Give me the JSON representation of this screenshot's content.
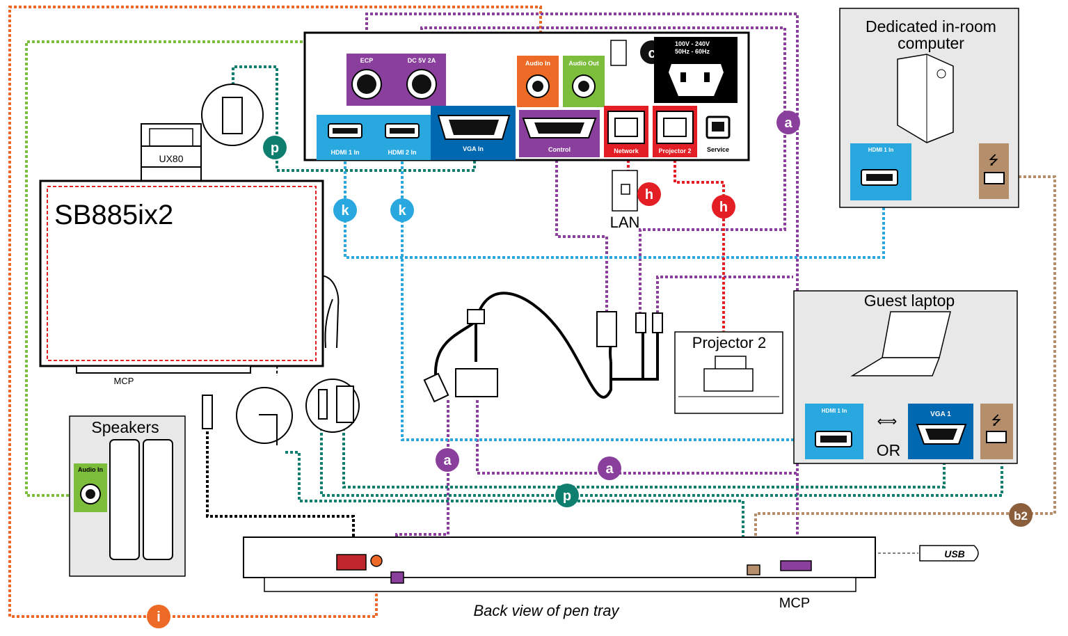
{
  "display": {
    "model": "SB885ix2",
    "projector_module": "UX80",
    "mcp_label": "MCP"
  },
  "ports": {
    "ecp": "ECP",
    "dc": "DC 5V 2A",
    "audio_in": "Audio In",
    "audio_out": "Audio Out",
    "power_line1": "100V - 240V",
    "power_line2": "50Hz - 60Hz",
    "hdmi1": "HDMI 1 In",
    "hdmi2": "HDMI 2 In",
    "vga": "VGA In",
    "control": "Control",
    "network": "Network",
    "projector2": "Projector 2",
    "service": "Service"
  },
  "lan_label": "LAN",
  "computer": {
    "title_line1": "Dedicated in-room",
    "title_line2": "computer",
    "hdmi_label": "HDMI 1 In"
  },
  "laptop": {
    "title": "Guest laptop",
    "hdmi_label": "HDMI 1 In",
    "vga_label": "VGA 1",
    "or_label": "OR"
  },
  "projector2_box": {
    "title": "Projector 2"
  },
  "speakers": {
    "title": "Speakers",
    "audio_in": "Audio In"
  },
  "pen_tray": {
    "caption": "Back view of pen tray",
    "mcp_label": "MCP",
    "usb_text": "USB"
  },
  "cable_labels": {
    "a": "a",
    "b2": "b2",
    "c": "c",
    "h": "h",
    "i": "i",
    "k": "k",
    "p": "p"
  },
  "colors": {
    "purple": "#8a3f9c",
    "orange": "#ed6a26",
    "green": "#7cbd3b",
    "teal": "#0e7f6f",
    "cyan": "#29a8e0",
    "red": "#e31e24",
    "tan": "#b58f6c",
    "black": "#000000",
    "vga_blue": "#0067b1"
  },
  "icons": [
    "power-outlet-icon",
    "usb-icon",
    "double-arrow-icon",
    "computer-tower-icon",
    "laptop-icon",
    "usb-drive-icon",
    "lan-wall-jack-icon"
  ]
}
